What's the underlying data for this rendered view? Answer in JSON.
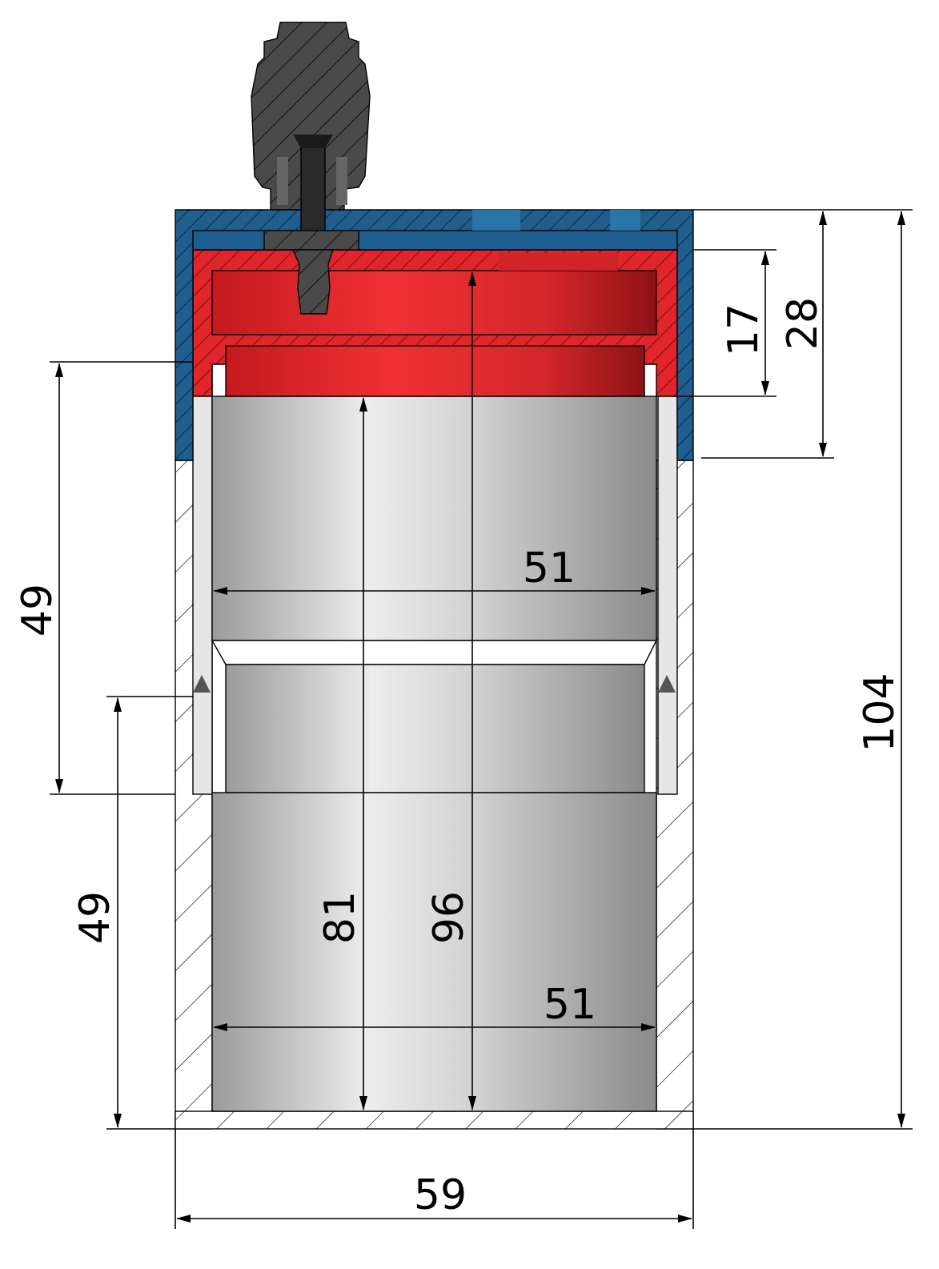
{
  "dimensions": {
    "total_height": "104",
    "width": "59",
    "cap_height": "28",
    "insert_height": "17",
    "upper_section": "49",
    "lower_section": "49",
    "inner_depth_short": "81",
    "inner_depth_long": "96",
    "inner_diameter_upper": "51",
    "inner_diameter_lower": "51"
  },
  "colors": {
    "cap_blue": "#1f5f8f",
    "insert_red": "#e0262a",
    "body_grey": "#c9c9c9",
    "valve_dark": "#4a4a4a"
  }
}
